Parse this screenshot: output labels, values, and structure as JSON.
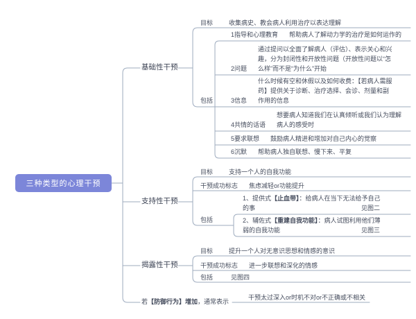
{
  "root": {
    "label": "三种类型的心理干预"
  },
  "basic": {
    "title": "基础性干预",
    "goal_label": "目标",
    "goal": "收集病史、教会病人利用治疗以表达理解",
    "include_label": "包括",
    "items": [
      {
        "label": "1指导和心理教育",
        "value": "帮助病人了解动力学的治疗是如何运作的"
      },
      {
        "label": "2问题",
        "value": "通过提问以全面了解病人（评估）、表示关心和兴趣，分为封闭性和开放性问题（开放性问题以“怎么样”而不是“为什么”开始"
      },
      {
        "label": "3信息",
        "value": "什么时候有空和休假以及如何收费：【若病人需服药】提供关于诊断、治疗选择、会诊、剂量和副作用的信息"
      },
      {
        "label": "4共情的话语",
        "value": "想要病人知道我们在认真倾听或我们认为理解病人的感受时"
      },
      {
        "label": "5要求联想",
        "value": "鼓励病人精进和增加对自己内心的觉察"
      },
      {
        "label": "6沉默",
        "value": "帮助病人独自联想、慢下来、平复"
      }
    ]
  },
  "support": {
    "title": "支持性干预",
    "goal_label": "目标",
    "goal": "支持一个人的自我功能",
    "success_label": "干预成功标志",
    "success": "焦虑减轻or功能提升",
    "include_label": "包括",
    "items": [
      {
        "pre": "1、提供式",
        "bold": "【止血带】",
        "post": "：给病人在当下无法给予自己的事",
        "tag": "见图二"
      },
      {
        "pre": "2、辅佐式",
        "bold": "【重建自我功能】",
        "post": "：病人试图利用他们薄弱的自我功能",
        "tag": "见图三"
      }
    ]
  },
  "reveal": {
    "title": "揭露性干预",
    "goal_label": "目标",
    "goal": "提升一个人对无意识思想和情感的意识",
    "success_label": "干预成功标志",
    "success": "进一步联想和深化的情感",
    "include_label": "包括",
    "include_value": "见图四"
  },
  "note": {
    "pre": "若",
    "bold": "【防御行为】增加",
    "post": "，通常表示",
    "value": "干预太过深入or时机不对or不正确或不相关"
  },
  "colors": {
    "root_bg": "#7c86d9",
    "line": "#9dabbe",
    "text": "#454c5d"
  }
}
